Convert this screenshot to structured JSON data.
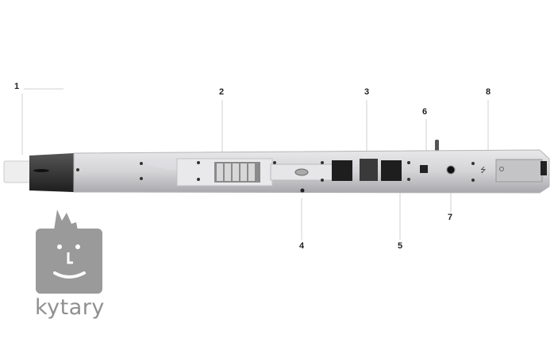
{
  "callouts": [
    {
      "id": "1",
      "label": "1"
    },
    {
      "id": "2",
      "label": "2"
    },
    {
      "id": "3",
      "label": "3"
    },
    {
      "id": "4",
      "label": "4"
    },
    {
      "id": "5",
      "label": "5"
    },
    {
      "id": "6",
      "label": "6"
    },
    {
      "id": "7",
      "label": "7"
    },
    {
      "id": "8",
      "label": "8"
    }
  ],
  "logo": {
    "text": "kytary",
    "color": "#8f8f8f"
  },
  "icons": [
    "usb-icon",
    "power-icon"
  ]
}
